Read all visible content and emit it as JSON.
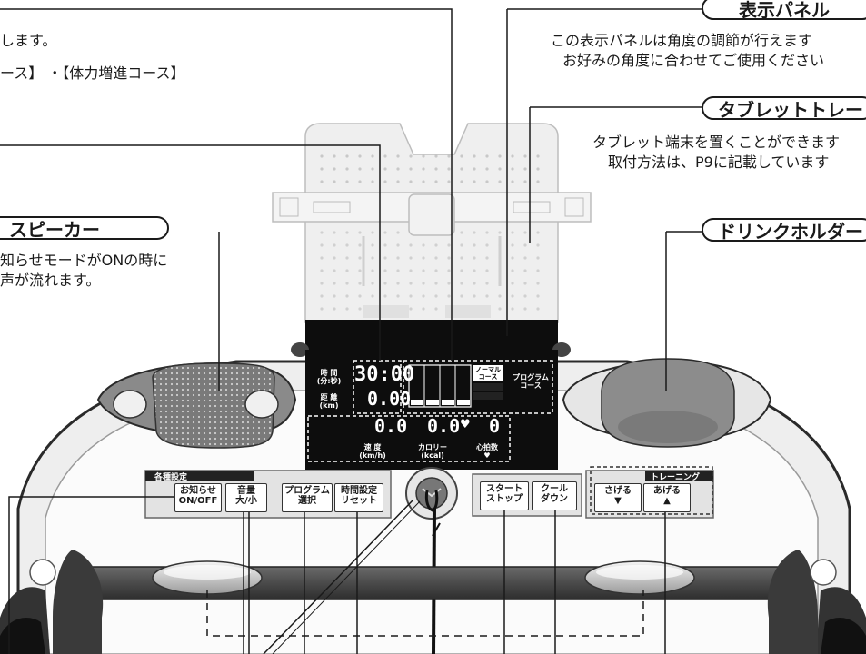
{
  "callouts": {
    "top_left_line1": "します。",
    "top_left_line2": "ース】 ・【体力増進コース】",
    "speaker_title": "スピーカー",
    "speaker_line1": "知らせモードがONの時に",
    "speaker_line2": "声が流れます。",
    "display_title": "表示パネル",
    "display_line1": "この表示パネルは角度の調節が行えます",
    "display_line2": "お好みの角度に合わせてご使用ください",
    "tablet_title": "タブレットトレー",
    "tablet_line1": "タブレット端末を置くことができます",
    "tablet_line2": "取付方法は、P9に記載しています",
    "drink_title": "ドリンクホルダー"
  },
  "console": {
    "time_label_1": "時 間",
    "time_label_2": "(分:秒)",
    "time_value": "30:00",
    "dist_label_1": "距 離",
    "dist_label_2": "(km)",
    "dist_value": "0.00",
    "speed_value": "0.0",
    "calorie_value": "0.0",
    "heart_icon": "♥",
    "heart_value": "0",
    "speed_label_1": "速 度",
    "speed_label_2": "(km/h)",
    "calorie_label_1": "カロリー",
    "calorie_label_2": "(kcal)",
    "heart_label_1": "心拍数",
    "heart_label_2": "♥",
    "course_1": "ノーマル",
    "course_2": "コース",
    "program_1": "プログラム",
    "program_2": "コース"
  },
  "buttons": {
    "settings_group": "各種設定",
    "notify_1": "お知らせ",
    "notify_2": "ON/OFF",
    "volume_1": "音量",
    "volume_2": "大/小",
    "program_1": "プログラム",
    "program_2": "選択",
    "timeset_1": "時間設定",
    "timeset_2": "リセット",
    "start_1": "スタート",
    "start_2": "ストップ",
    "cool_1": "クール",
    "cool_2": "ダウン",
    "training_group": "トレーニング",
    "down_label": "さげる",
    "up_label": "あげる",
    "down_arrow": "▼",
    "up_arrow": "▲"
  },
  "colors": {
    "panel_black": "#0d0d0d",
    "frame_gray": "#e9e9e9",
    "speaker_gray": "#7a7a7a",
    "handlebar": "#555555"
  }
}
